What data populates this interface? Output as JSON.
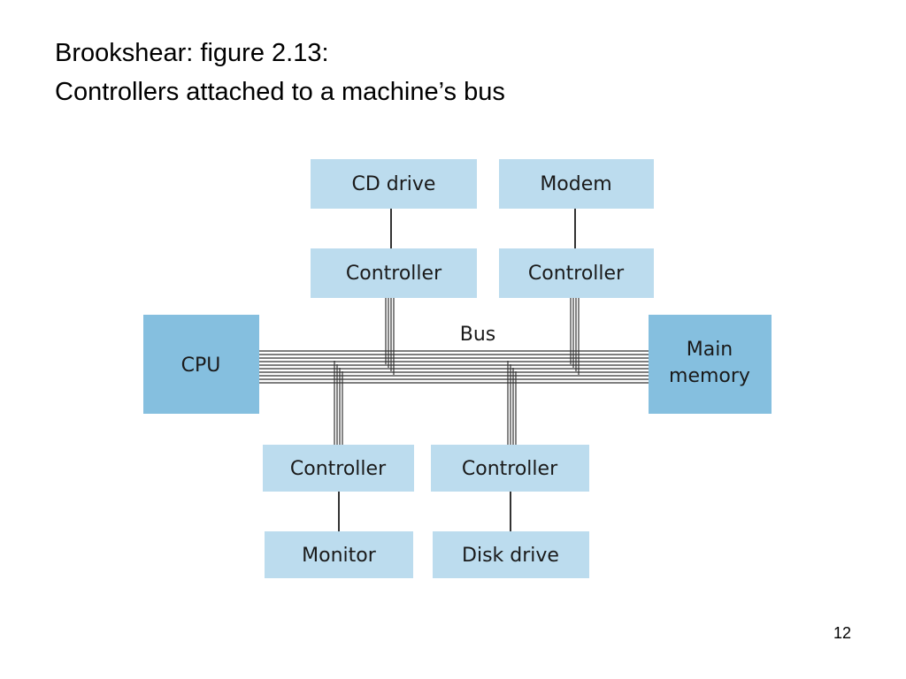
{
  "slide": {
    "title_line1": "Brookshear: figure 2.13:",
    "title_line2": "Controllers attached to a machine’s bus",
    "page_number": "12"
  },
  "diagram": {
    "bus_label": "Bus",
    "cpu_label": "CPU",
    "main_memory_line1": "Main",
    "main_memory_line2": "memory",
    "cd_drive_label": "CD drive",
    "modem_label": "Modem",
    "monitor_label": "Monitor",
    "disk_drive_label": "Disk drive",
    "controller_label": "Controller",
    "colors": {
      "dark_box": "#85bfdf",
      "light_box": "#bcdcee",
      "line": "#333333"
    }
  }
}
